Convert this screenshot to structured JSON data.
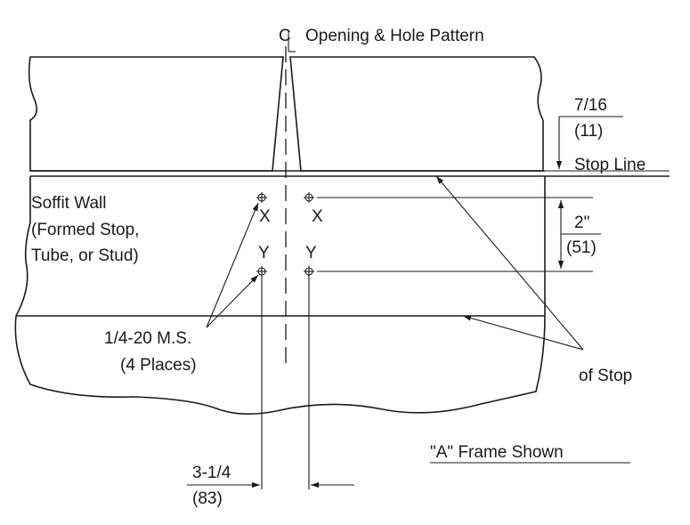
{
  "title": "Opening & Hole Pattern",
  "centerline_symbol": "C",
  "dim_top_frac": "7/16",
  "dim_top_mm": "(11)",
  "stop_line": "Stop Line",
  "soffit": [
    "Soffit Wall",
    "(Formed Stop,",
    "Tube, or Stud)"
  ],
  "hole_x": "X",
  "hole_y": "Y",
  "dim_right_in": "2\"",
  "dim_right_mm": "(51)",
  "screw": [
    "1/4-20 M.S.",
    "(4 Places)"
  ],
  "of_stop": "of Stop",
  "frame_note": "\"A\" Frame Shown",
  "dim_bottom_frac": "3-1/4",
  "dim_bottom_mm": "(83)"
}
